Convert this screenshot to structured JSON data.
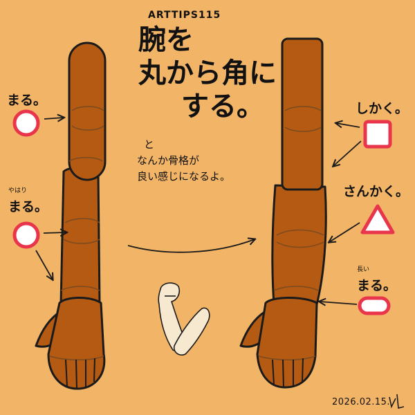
{
  "series": "ARTTIPS115",
  "title_lines": [
    "腕を",
    "丸から角に",
    "する。"
  ],
  "subtitle_lines": [
    "と",
    "なんか骨格が",
    "良い感じになるよ。"
  ],
  "left_labels": {
    "upper": {
      "text": "まる。",
      "shape": "circle"
    },
    "lower": {
      "small": "やはり",
      "text": "まる。",
      "shape": "circle"
    }
  },
  "right_labels": {
    "upper": {
      "text": "しかく。",
      "shape": "square"
    },
    "middle": {
      "text": "さんかく。",
      "shape": "triangle"
    },
    "lower": {
      "small": "長い",
      "text": "まる。",
      "shape": "long-oval"
    }
  },
  "signature_date": "2026.02.15.",
  "colors": {
    "background": "#f2b466",
    "arm_fill": "#b45a12",
    "outline": "#1a1a1a",
    "shape_stroke": "#e8354c",
    "shape_fill": "#ffffff",
    "hint_lines": "#7a4a20",
    "small_figure": "#f7e8d0"
  },
  "icons": [
    "circle-icon",
    "square-icon",
    "triangle-icon",
    "oval-icon",
    "arrow-icon",
    "flexed-arm-icon",
    "signature-mark-icon"
  ]
}
